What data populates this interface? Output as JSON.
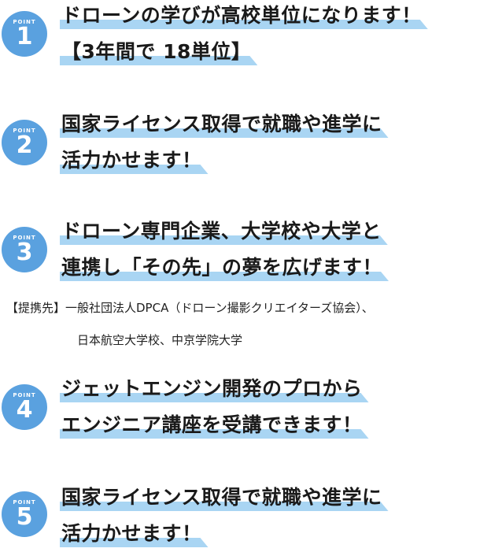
{
  "colors": {
    "badge": "#5aa1df",
    "highlight": "#a9d5f3",
    "text": "#1a1a1a"
  },
  "badge_label": "POINT",
  "points": [
    {
      "number": "1",
      "lines": [
        "ドローンの学びが高校単位になります！",
        "【3年間で 18単位】"
      ]
    },
    {
      "number": "2",
      "lines": [
        "国家ライセンス取得で就職や進学に",
        "活力かせます！"
      ]
    },
    {
      "number": "3",
      "lines": [
        "ドローン専門企業、大学校や大学と",
        "連携し「その先」の夢を広げます！"
      ]
    },
    {
      "number": "4",
      "lines": [
        "ジェットエンジン開発のプロから",
        "エンジニア講座を受講できます！"
      ]
    },
    {
      "number": "5",
      "lines": [
        "国家ライセンス取得で就職や進学に",
        "活力かせます！"
      ]
    }
  ],
  "partner_note": {
    "line1": "【提携先】一般社団法人DPCA（ドローン撮影クリエイターズ協会）、",
    "line2": "日本航空大学校、中京学院大学"
  }
}
